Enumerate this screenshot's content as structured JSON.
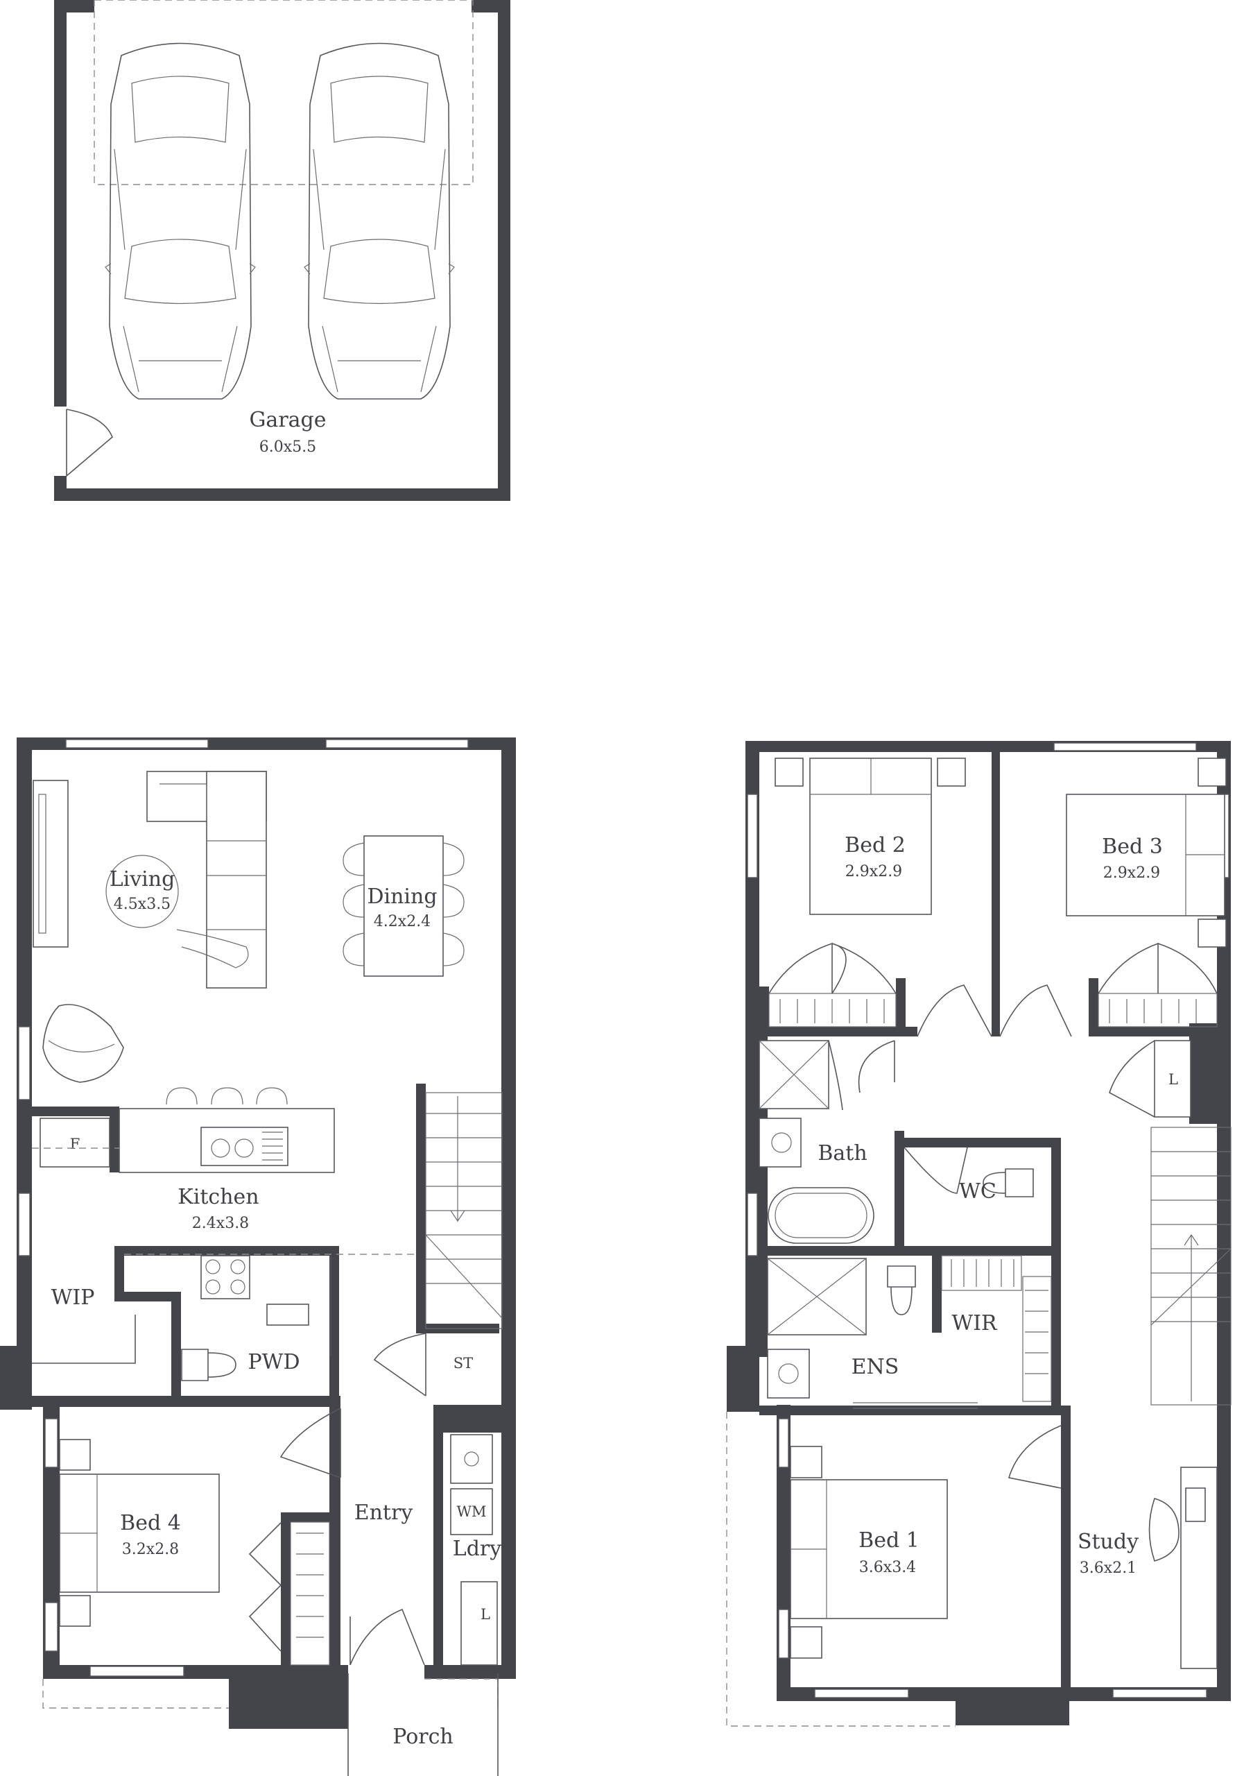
{
  "garage": {
    "name": "Garage",
    "dims": "6.0x5.5"
  },
  "ground": {
    "living": {
      "name": "Living",
      "dims": "4.5x3.5"
    },
    "dining": {
      "name": "Dining",
      "dims": "4.2x2.4"
    },
    "kitchen": {
      "name": "Kitchen",
      "dims": "2.4x3.8"
    },
    "fridge": "F",
    "wip": "WIP",
    "pwd": "PWD",
    "st": "ST",
    "entry": "Entry",
    "wm": "WM",
    "ldry": "Ldry",
    "linen": "L",
    "bed4": {
      "name": "Bed 4",
      "dims": "3.2x2.8"
    },
    "porch": "Porch"
  },
  "upper": {
    "bed2": {
      "name": "Bed 2",
      "dims": "2.9x2.9"
    },
    "bed3": {
      "name": "Bed 3",
      "dims": "2.9x2.9"
    },
    "linen": "L",
    "bath": "Bath",
    "wc": "WC",
    "wir": "WIR",
    "ens": "ENS",
    "bed1": {
      "name": "Bed 1",
      "dims": "3.6x3.4"
    },
    "study": {
      "name": "Study",
      "dims": "3.6x2.1"
    }
  },
  "colors": {
    "wall": "#43454b",
    "line": "#55575d",
    "text": "#3f4147"
  }
}
